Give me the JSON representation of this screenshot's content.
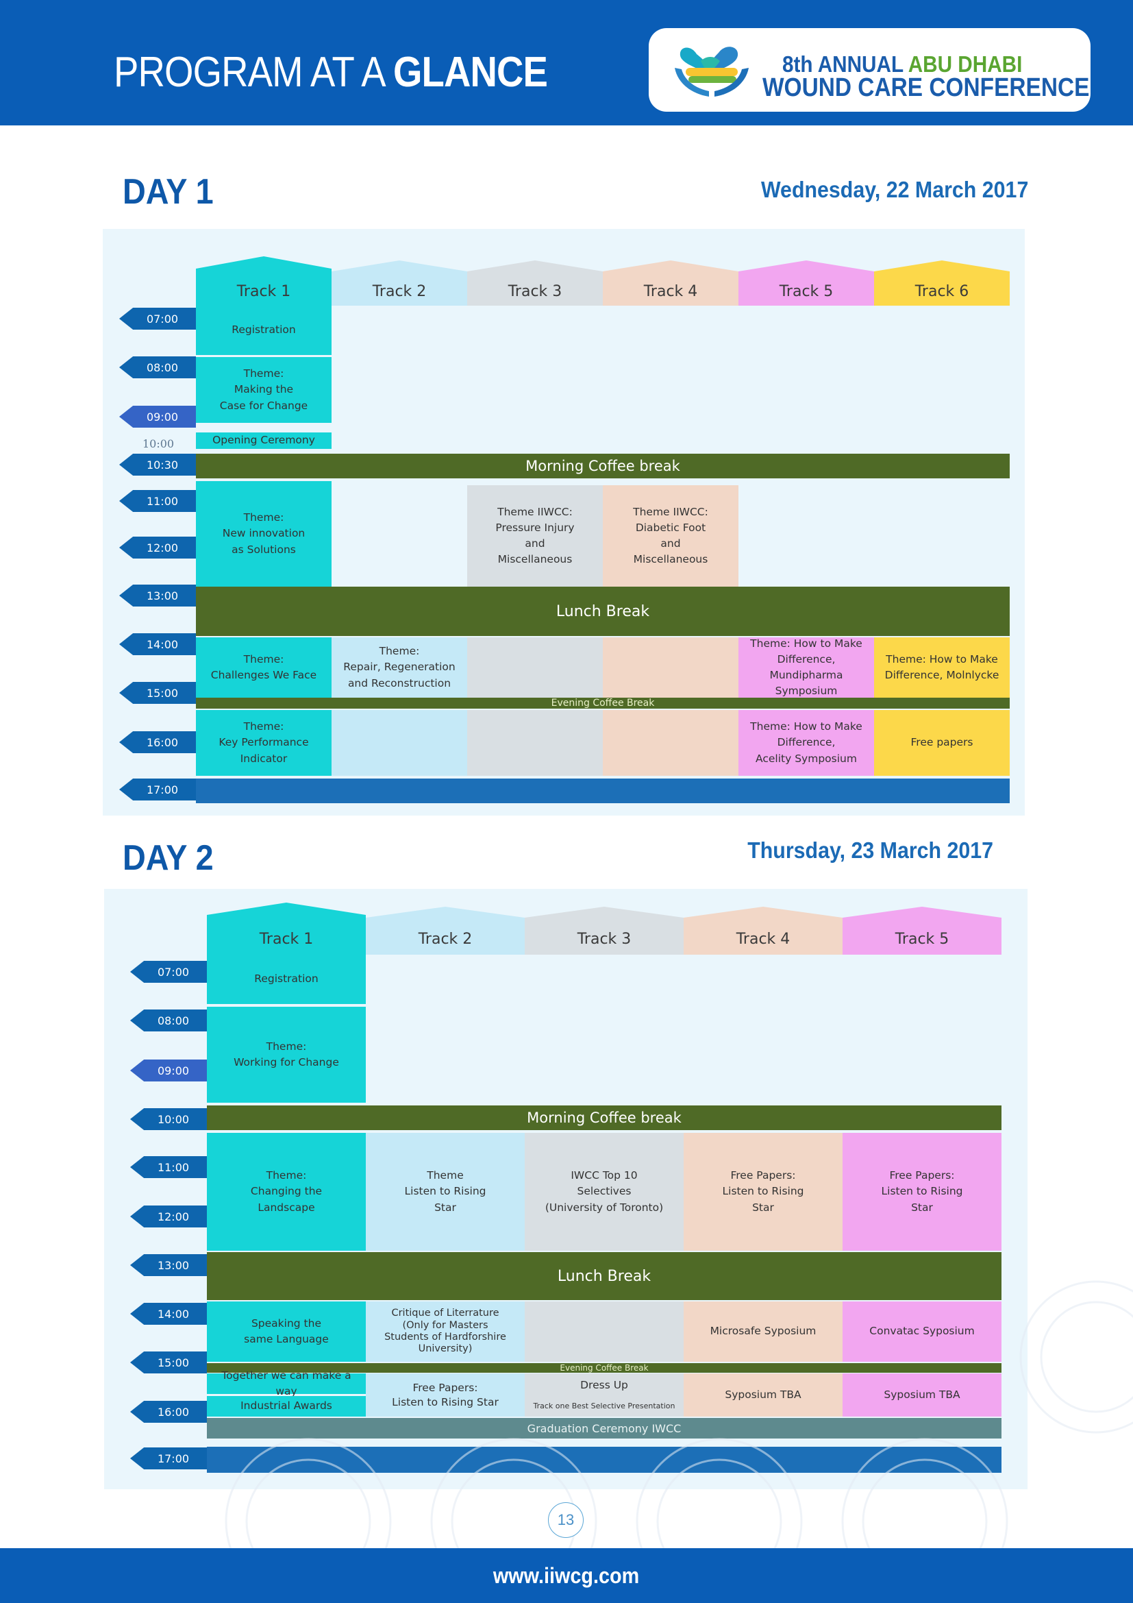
{
  "header": {
    "title_regular": "PROGRAM AT A ",
    "title_bold": "GLANCE",
    "logo": {
      "line1_a": "8th ANNUAL ",
      "line1_b": "ABU DHABI",
      "line2": "WOUND CARE CONFERENCE"
    }
  },
  "day1": {
    "title": "DAY 1",
    "date": "Wednesday, 22 March 2017",
    "tracks": [
      "Track 1",
      "Track 2",
      "Track 3",
      "Track 4",
      "Track 5",
      "Track 6"
    ],
    "times": [
      "07:00",
      "08:00",
      "09:00",
      "10:00",
      "10:30",
      "11:00",
      "12:00",
      "13:00",
      "14:00",
      "15:00",
      "16:00",
      "17:00"
    ],
    "registration": "Registration",
    "theme_case": "Theme:\nMaking the\nCase for Change",
    "opening": "Opening Ceremony",
    "morning_break": "Morning Coffee break",
    "theme_innovation": "Theme:\nNew innovation\nas Solutions",
    "theme_pressure": "Theme IIWCC:\nPressure Injury\nand\nMiscellaneous",
    "theme_diabetic": "Theme IIWCC:\nDiabetic Foot\nand\nMiscellaneous",
    "lunch": "Lunch Break",
    "theme_challenges": "Theme:\nChallenges We Face",
    "theme_repair": "Theme:\nRepair, Regeneration\nand Reconstruction",
    "theme_mundipharma": "Theme: How to Make\nDifference, Mundipharma\nSymposium",
    "theme_molnlycke": "Theme: How to Make\nDifference, Molnlycke",
    "evening_break": "Evening Coffee Break",
    "theme_kpi": "Theme:\nKey Performance\nIndicator",
    "theme_acelity": "Theme: How to Make\nDifference,\nAcelity Symposium",
    "free_papers": "Free papers"
  },
  "day2": {
    "title": "DAY 2",
    "date": "Thursday, 23 March 2017",
    "tracks": [
      "Track 1",
      "Track 2",
      "Track 3",
      "Track 4",
      "Track 5"
    ],
    "times": [
      "07:00",
      "08:00",
      "09:00",
      "10:00",
      "11:00",
      "12:00",
      "13:00",
      "14:00",
      "15:00",
      "16:00",
      "17:00"
    ],
    "registration": "Registration",
    "theme_working": "Theme:\nWorking for Change",
    "morning_break": "Morning Coffee break",
    "theme_landscape": "Theme:\nChanging the\nLandscape",
    "theme_rising": "Theme\nListen to Rising\nStar",
    "iwcc_top10": "IWCC Top 10\nSelectives\n(University of Toronto)",
    "free_rising_4": "Free Papers:\nListen to Rising\nStar",
    "free_rising_5": "Free Papers:\nListen to Rising\nStar",
    "lunch": "Lunch Break",
    "speaking": "Speaking the\nsame Language",
    "critique": "Critique of Literrature\n(Only for Masters\nStudents of Hardforshire\nUniversity)",
    "microsafe": "Microsafe Syposium",
    "convatac": "Convatac Syposium",
    "evening_break": "Evening Coffee Break",
    "together": "Together we can make a way",
    "industrial": "Industrial Awards",
    "free_rising_short": "Free Papers:\nListen to Rising Star",
    "dress_up": "Dress Up",
    "track_one_best": "Track one Best Selective Presentation",
    "syposium_tba_4": "Syposium TBA",
    "syposium_tba_5": "Syposium TBA",
    "graduation": "Graduation Ceremony IWCC"
  },
  "page_number": "13",
  "footer_url": "www.iiwcg.com",
  "colors": {
    "brand_blue": "#0a5db6",
    "break_green": "#4f6a26",
    "track1": "#16d4d7",
    "track2": "#c5e9f7",
    "track3": "#d9dfe3",
    "track4": "#f2d7c7",
    "track5": "#f2a6f0",
    "track6": "#fcd84a"
  }
}
